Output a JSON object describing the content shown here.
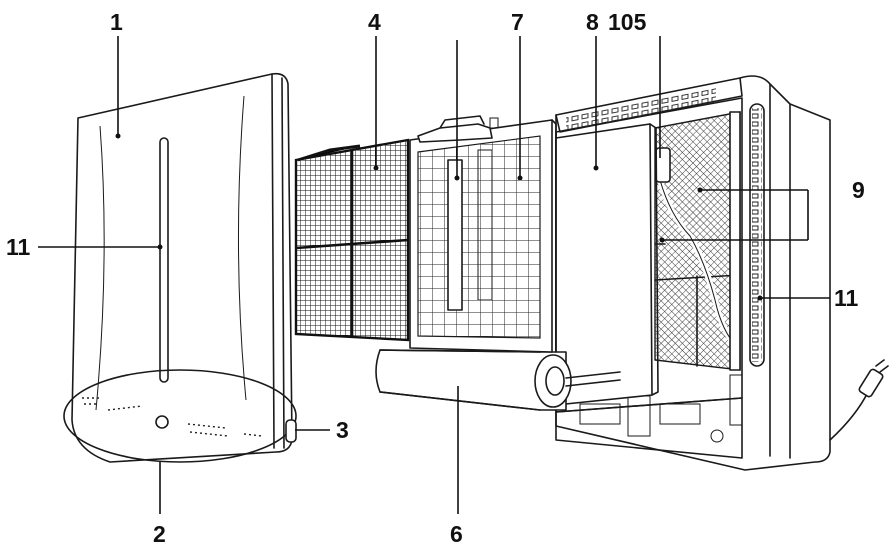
{
  "callouts": [
    {
      "id": "c1",
      "text": "1"
    },
    {
      "id": "c2",
      "text": "2"
    },
    {
      "id": "c3",
      "text": "3"
    },
    {
      "id": "c4",
      "text": "4"
    },
    {
      "id": "c6",
      "text": "6"
    },
    {
      "id": "c7",
      "text": "7"
    },
    {
      "id": "c8",
      "text": "8"
    },
    {
      "id": "c105",
      "text": "105"
    },
    {
      "id": "c9",
      "text": "9"
    },
    {
      "id": "c11a",
      "text": "11"
    },
    {
      "id": "c11b",
      "text": "11"
    }
  ],
  "colors": {
    "ink": "#1a1a1a",
    "background": "#ffffff"
  }
}
